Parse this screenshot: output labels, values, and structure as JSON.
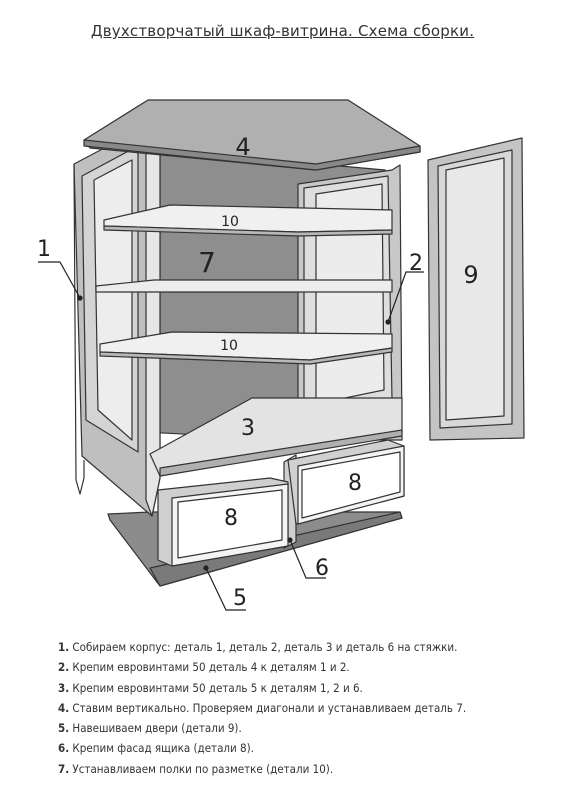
{
  "title": "Двухстворчатый шкаф-витрина. Схема сборки.",
  "parts": {
    "p1": "1",
    "p2": "2",
    "p3": "3",
    "p4": "4",
    "p5": "5",
    "p6": "6",
    "p7": "7",
    "p8a": "8",
    "p8b": "8",
    "p9": "9",
    "p10a": "10",
    "p10b": "10"
  },
  "steps": [
    {
      "n": "1.",
      "t": " Собираем корпус: деталь 1, деталь 2, деталь 3 и деталь 6 на стяжки."
    },
    {
      "n": "2.",
      "t": " Крепим евровинтами 50 деталь 4 к деталям 1 и 2."
    },
    {
      "n": "3.",
      "t": " Крепим евровинтами 50  деталь 5 к деталям 1, 2 и 6."
    },
    {
      "n": "4.",
      "t": " Ставим вертикально. Проверяем диагонали и устанавливаем деталь 7."
    },
    {
      "n": "5.",
      "t": " Навешиваем двери (детали 9)."
    },
    {
      "n": "6.",
      "t": " Крепим фасад ящика (детали 8)."
    },
    {
      "n": "7.",
      "t": " Устанавливаем полки по разметке (детали 10)."
    }
  ],
  "colors": {
    "panel_dark": "#8c8c8c",
    "panel_mid": "#b4b4b4",
    "panel_light": "#dcdcdc",
    "panel_white": "#f4f4f4",
    "line": "#333333"
  }
}
